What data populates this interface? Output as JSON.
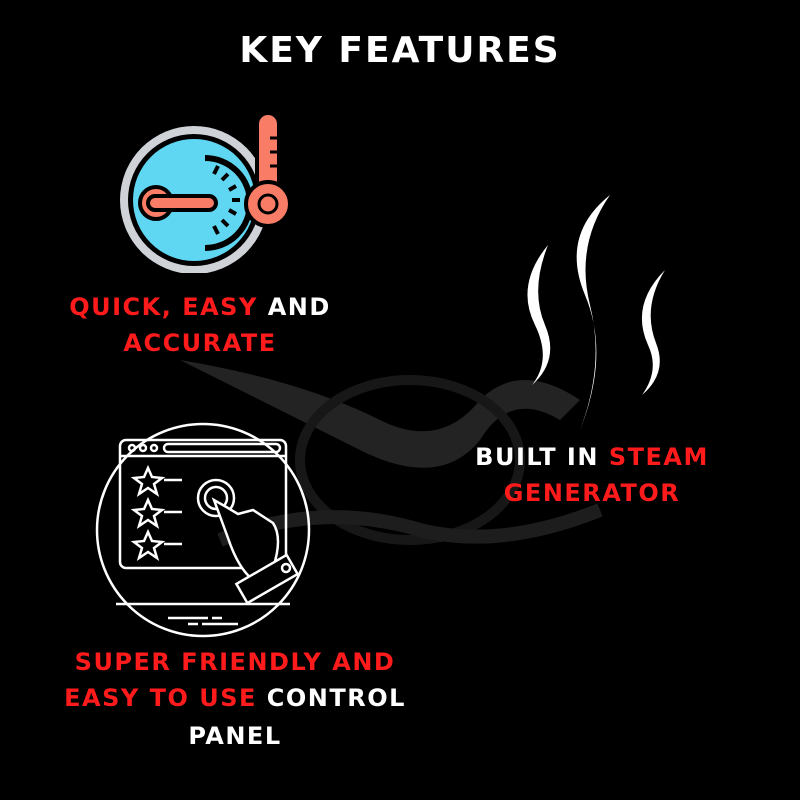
{
  "title": "KEY FEATURES",
  "colors": {
    "accent_red": "#ff1b1b",
    "text_white": "#ffffff",
    "gauge_blue": "#5fd6f2",
    "thermo_salmon": "#f87c66",
    "background": "#000000"
  },
  "features": [
    {
      "icon": "thermometer-gauge-icon",
      "lines": [
        [
          {
            "text": "QUICK, EASY",
            "red": true
          },
          {
            "text": " AND",
            "red": false
          }
        ],
        [
          {
            "text": "ACCURATE",
            "red": true
          }
        ]
      ]
    },
    {
      "icon": "steam-icon",
      "lines": [
        [
          {
            "text": "BUILT IN ",
            "red": false
          },
          {
            "text": "STEAM",
            "red": true
          }
        ],
        [
          {
            "text": "GENERATOR",
            "red": true
          }
        ]
      ]
    },
    {
      "icon": "touch-control-panel-icon",
      "lines": [
        [
          {
            "text": "SUPER FRIENDLY AND",
            "red": true
          }
        ],
        [
          {
            "text": "EASY TO USE",
            "red": true
          },
          {
            "text": " CONTROL",
            "red": false
          }
        ],
        [
          {
            "text": "PANEL",
            "red": false
          }
        ]
      ]
    }
  ]
}
